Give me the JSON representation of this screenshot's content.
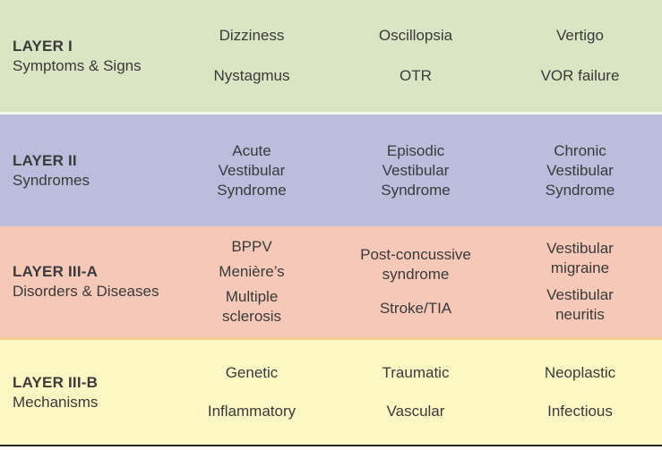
{
  "diagram": {
    "rows": [
      {
        "title": "LAYER I",
        "subtitle": "Symptoms & Signs",
        "cells": [
          {
            "items": [
              [
                "Dizziness"
              ],
              [
                "Nystagmus"
              ]
            ]
          },
          {
            "items": [
              [
                "Oscillopsia"
              ],
              [
                "OTR"
              ]
            ]
          },
          {
            "items": [
              [
                "Vertigo"
              ],
              [
                "VOR failure"
              ]
            ]
          }
        ]
      },
      {
        "title": "LAYER II",
        "subtitle": "Syndromes",
        "cells": [
          {
            "items": [
              [
                "Acute",
                "Vestibular",
                "Syndrome"
              ]
            ]
          },
          {
            "items": [
              [
                "Episodic",
                "Vestibular",
                "Syndrome"
              ]
            ]
          },
          {
            "items": [
              [
                "Chronic",
                "Vestibular",
                "Syndrome"
              ]
            ]
          }
        ]
      },
      {
        "title": "LAYER III-A",
        "subtitle": "Disorders & Diseases",
        "cells": [
          {
            "items": [
              [
                "BPPV"
              ],
              [
                "Menière’s"
              ],
              [
                "Multiple",
                "sclerosis"
              ]
            ]
          },
          {
            "items": [
              [
                "Post-concussive",
                "syndrome"
              ],
              [
                "Stroke/TIA"
              ]
            ]
          },
          {
            "items": [
              [
                "Vestibular",
                "migraine"
              ],
              [
                "Vestibular",
                "neuritis"
              ]
            ]
          }
        ]
      },
      {
        "title": "LAYER III-B",
        "subtitle": "Mechanisms",
        "cells": [
          {
            "items": [
              [
                "Genetic"
              ],
              [
                "Inflammatory"
              ]
            ]
          },
          {
            "items": [
              [
                "Traumatic"
              ],
              [
                "Vascular"
              ]
            ]
          },
          {
            "items": [
              [
                "Neoplastic"
              ],
              [
                "Infectious"
              ]
            ]
          }
        ]
      }
    ],
    "colors": {
      "layer1_bg": "#d9e5c3",
      "layer2_bg": "#bbbddc",
      "layer3a_bg": "#f6c8b8",
      "layer3b_bg": "#fdf7c4",
      "row_gap": "#f4f7ed",
      "divider_orange": "#f8cc90",
      "bottom_border": "#262626",
      "text": "#3a3a3a"
    }
  }
}
